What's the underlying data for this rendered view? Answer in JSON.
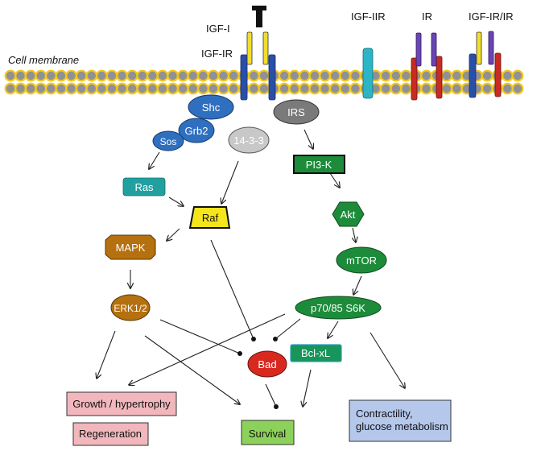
{
  "membrane": {
    "label": "Cell membrane",
    "lipid_color": "#f2c81e",
    "head_color": "#8f9196"
  },
  "receptors": [
    {
      "id": "igf1r",
      "label": "IGF-IR",
      "ligand_label": "IGF-I"
    },
    {
      "id": "igf2r",
      "label": "IGF-IIR"
    },
    {
      "id": "ir",
      "label": "IR"
    },
    {
      "id": "hybrid",
      "label": "IGF-IR/IR"
    }
  ],
  "colors": {
    "igf1r_beta": "#2a4fa8",
    "igf1_alpha": "#f2dd2a",
    "igf2r": "#2bb5c6",
    "ir_beta": "#c92a22",
    "ir_alpha": "#6a45b5",
    "ligand": "#111111",
    "adaptor_blue": "#2f6fc0",
    "irs_gray": "#7a7a7a",
    "protein_1433": "#c8c8c8",
    "ras_teal": "#22a0a0",
    "raf_yellow": "#f5e51c",
    "mapk_brown": "#b5700f",
    "green_kinase": "#1c8c3a",
    "bclxl_green": "#17955a",
    "bad_red": "#d8291f",
    "outcome_pink": "#f2b7bd",
    "outcome_green": "#8cd15a",
    "outcome_blue": "#b5c8ec"
  },
  "nodes": {
    "shc": "Shc",
    "grb2": "Grb2",
    "sos": "Sos",
    "p1433": "14-3-3",
    "irs": "IRS",
    "pi3k": "PI3-K",
    "ras": "Ras",
    "raf": "Raf",
    "akt": "Akt",
    "mapk": "MAPK",
    "mtor": "mTOR",
    "erk": "ERK1/2",
    "s6k": "p70/85 S6K",
    "bclxl": "Bcl-xL",
    "bad": "Bad"
  },
  "outcomes": {
    "growth": "Growth / hypertrophy",
    "regeneration": "Regeneration",
    "survival": "Survival",
    "contractility_line1": "Contractility,",
    "contractility_line2": "glucose metabolism"
  },
  "edges": [
    {
      "from": "sos",
      "to": "ras",
      "type": "activation"
    },
    {
      "from": "p1433",
      "to": "raf",
      "type": "activation"
    },
    {
      "from": "ras",
      "to": "raf",
      "type": "activation"
    },
    {
      "from": "irs",
      "to": "pi3k",
      "type": "activation"
    },
    {
      "from": "pi3k",
      "to": "akt",
      "type": "activation"
    },
    {
      "from": "akt",
      "to": "mtor",
      "type": "activation"
    },
    {
      "from": "raf",
      "to": "mapk",
      "type": "activation"
    },
    {
      "from": "mapk",
      "to": "erk",
      "type": "activation"
    },
    {
      "from": "mtor",
      "to": "s6k",
      "type": "activation"
    },
    {
      "from": "raf",
      "to": "bad",
      "type": "inhibition"
    },
    {
      "from": "erk",
      "to": "bad",
      "type": "inhibition"
    },
    {
      "from": "s6k",
      "to": "bad",
      "type": "inhibition"
    },
    {
      "from": "s6k",
      "to": "bclxl",
      "type": "activation"
    },
    {
      "from": "erk",
      "to": "growth",
      "type": "activation"
    },
    {
      "from": "s6k",
      "to": "growth",
      "type": "activation"
    },
    {
      "from": "erk",
      "to": "survival",
      "type": "activation"
    },
    {
      "from": "bad",
      "to": "survival",
      "type": "inhibition"
    },
    {
      "from": "bclxl",
      "to": "survival",
      "type": "activation"
    },
    {
      "from": "s6k",
      "to": "contractility",
      "type": "activation"
    }
  ]
}
